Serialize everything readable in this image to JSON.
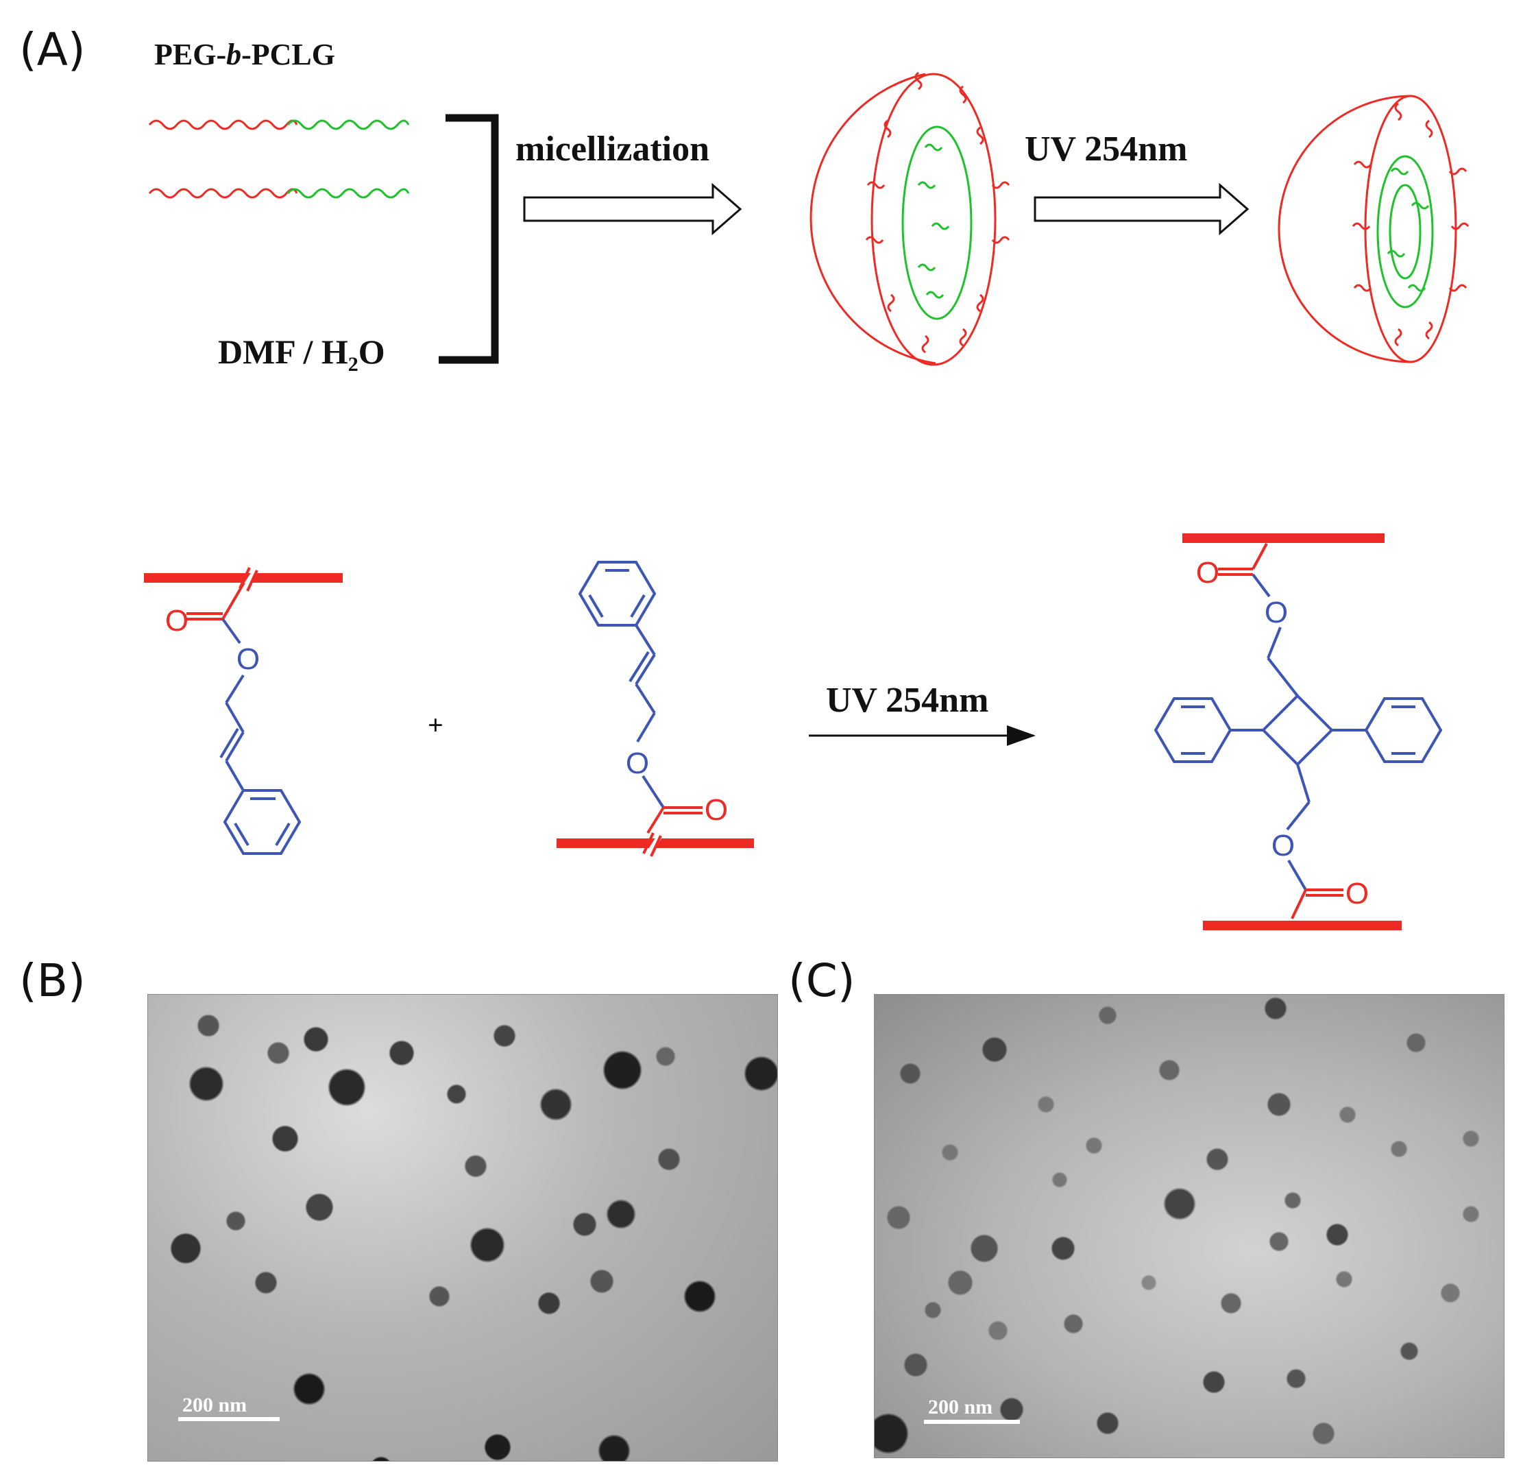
{
  "panels": {
    "a": {
      "label": "(A)"
    },
    "b": {
      "label": "(B)"
    },
    "c": {
      "label": "(C)"
    }
  },
  "scheme": {
    "polymer_label": {
      "prefix": "PEG-",
      "italic": "b",
      "suffix": "-PCLG"
    },
    "solvent_label": {
      "text": "DMF / H",
      "subscript": "2",
      "suffix": "O"
    },
    "step1_label": "micellization",
    "step2_label": "UV 254nm"
  },
  "reaction": {
    "plus_sign": "+",
    "arrow_label": "UV 254nm",
    "atoms": {
      "oxygen": "O"
    }
  },
  "tem": {
    "b": {
      "scale_bar": "200 nm"
    },
    "c": {
      "scale_bar": "200 nm"
    }
  },
  "colors": {
    "peg": "#ee2a24",
    "pclg": "#1ec22a",
    "cinnamyl": "#3d55b4",
    "text": "#111111"
  }
}
